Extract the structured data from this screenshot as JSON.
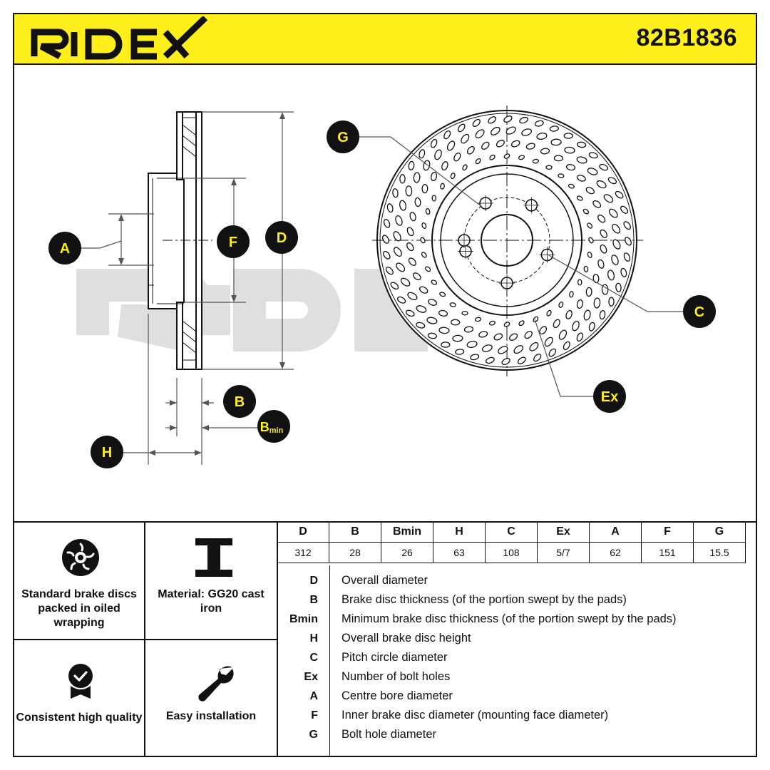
{
  "header": {
    "brand": "RIDEX",
    "part_number": "82B1836",
    "background_color": "#ffef1a"
  },
  "drawing": {
    "watermark": "RIDEX",
    "callouts": {
      "A": "A",
      "B": "B",
      "Bmin_main": "B",
      "Bmin_sub": "min",
      "H": "H",
      "F": "F",
      "D": "D",
      "G": "G",
      "C": "C",
      "Ex": "Ex"
    },
    "callout_text_color": "#ffef1a"
  },
  "features": [
    {
      "icon": "brake-disc-icon",
      "label": "Standard brake discs packed in oiled wrapping"
    },
    {
      "icon": "i-beam-icon",
      "label": "Material: GG20 cast iron"
    },
    {
      "icon": "quality-badge-icon",
      "label": "Consistent high quality"
    },
    {
      "icon": "wrench-icon",
      "label": "Easy installation"
    }
  ],
  "spec_table": {
    "headers": [
      "D",
      "B",
      "Bmin",
      "H",
      "C",
      "Ex",
      "A",
      "F",
      "G"
    ],
    "values": [
      "312",
      "28",
      "26",
      "63",
      "108",
      "5/7",
      "62",
      "151",
      "15.5"
    ]
  },
  "legend": [
    {
      "key": "D",
      "desc": "Overall diameter"
    },
    {
      "key": "B",
      "desc": "Brake disc thickness (of the portion swept by the pads)"
    },
    {
      "key": "Bmin",
      "desc": "Minimum brake disc thickness (of the portion swept by the pads)"
    },
    {
      "key": "H",
      "desc": "Overall brake disc height"
    },
    {
      "key": "C",
      "desc": "Pitch circle diameter"
    },
    {
      "key": "Ex",
      "desc": "Number of bolt holes"
    },
    {
      "key": "A",
      "desc": "Centre bore diameter"
    },
    {
      "key": "F",
      "desc": "Inner brake disc diameter (mounting face diameter)"
    },
    {
      "key": "G",
      "desc": "Bolt hole diameter"
    }
  ]
}
